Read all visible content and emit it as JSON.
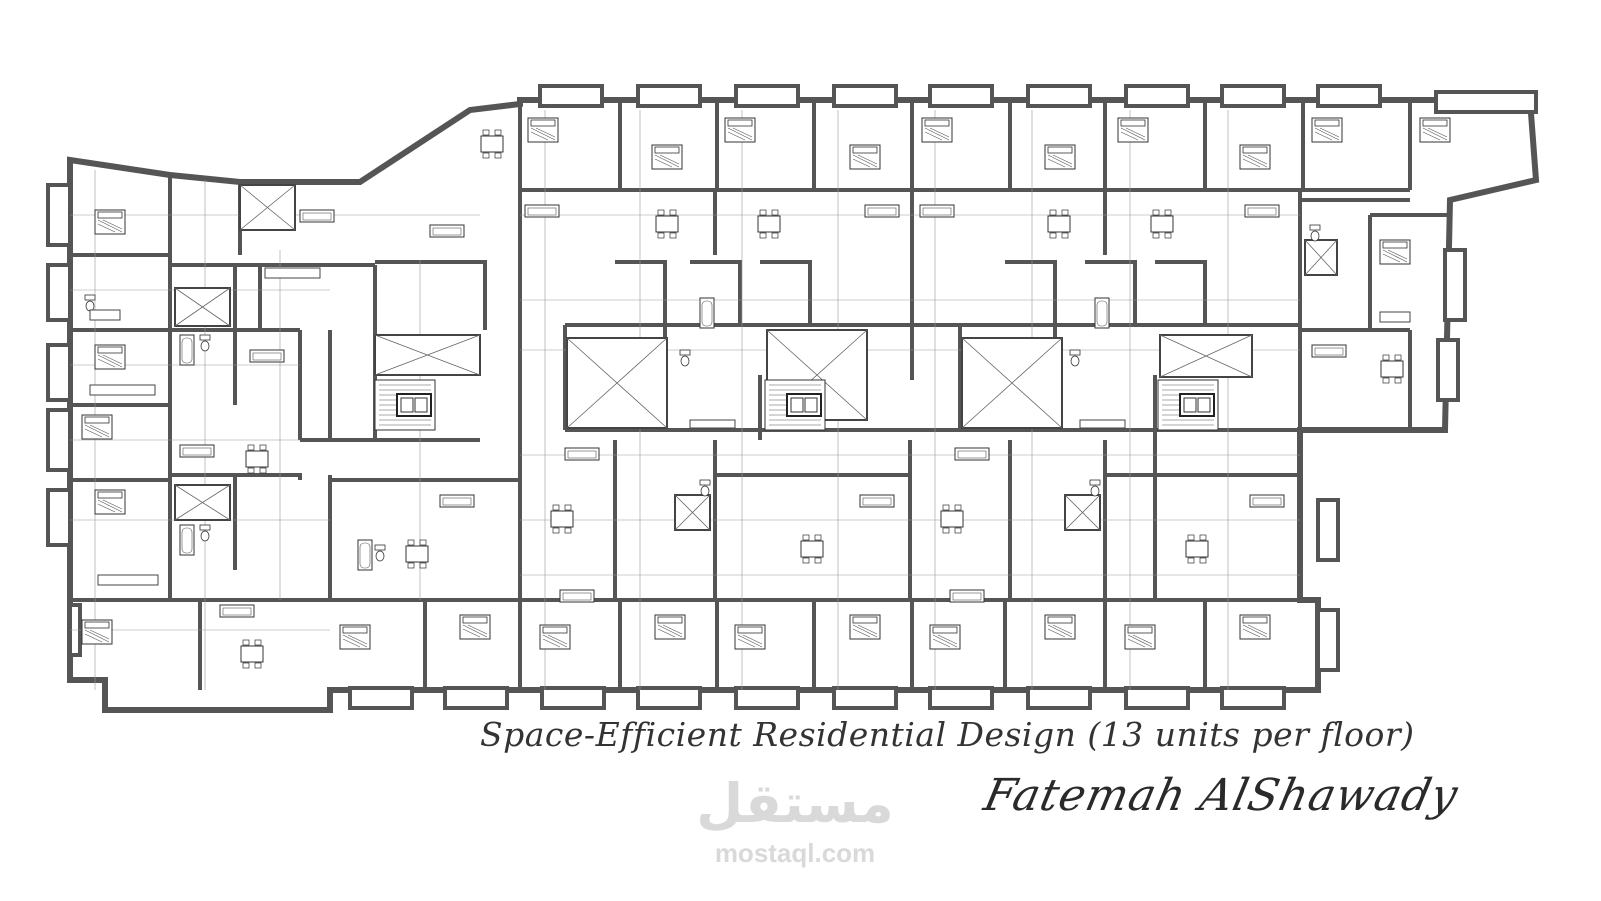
{
  "caption": {
    "title": "Space-Efficient Residential Design (13 units per floor)",
    "author": "Fatemah AlShawady"
  },
  "watermark": {
    "arabic": "مستقل",
    "url": "mostaql.com"
  },
  "colors": {
    "wall": "#555555",
    "line": "#777777",
    "background": "#ffffff",
    "caption_text": "#333333",
    "watermark": "#d9d9d9"
  },
  "plan": {
    "units_per_floor": 13,
    "icons": [
      "bed-icon",
      "sofa-icon",
      "dining-table-icon",
      "bathtub-icon",
      "toilet-icon",
      "stair-icon",
      "elevator-icon"
    ]
  }
}
